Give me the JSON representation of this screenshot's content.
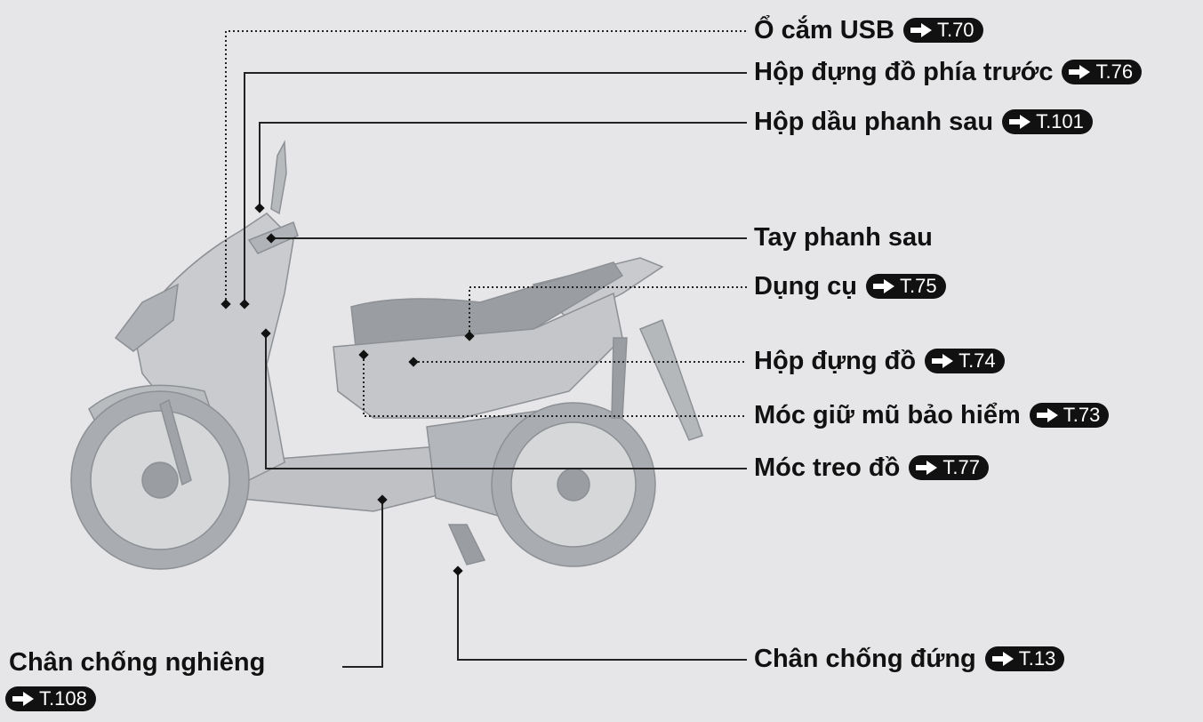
{
  "labels": {
    "usb": {
      "text": "Ổ cắm USB",
      "ref": "T.70"
    },
    "front_box": {
      "text": "Hộp đựng đồ phía trước",
      "ref": "T.76"
    },
    "brake_res": {
      "text": "Hộp dầu phanh sau",
      "ref": "T.101"
    },
    "brake_lever": {
      "text": "Tay phanh sau"
    },
    "tools": {
      "text": "Dụng cụ",
      "ref": "T.75"
    },
    "storage": {
      "text": "Hộp đựng đồ",
      "ref": "T.74"
    },
    "helmet": {
      "text": "Móc giữ mũ bảo hiểm",
      "ref": "T.73"
    },
    "hook": {
      "text": "Móc treo đồ",
      "ref": "T.77"
    },
    "side_stand": {
      "text": "Chân chống nghiêng",
      "ref": "T.108"
    },
    "main_stand": {
      "text": "Chân chống đứng",
      "ref": "T.13"
    }
  },
  "colors": {
    "background": "#e6e6e8",
    "text": "#111111",
    "badge": "#111111",
    "scooter": "#bfc1c4",
    "scooter_dark": "#8d9094"
  },
  "icons": {
    "reference": "arrow-right-icon"
  }
}
